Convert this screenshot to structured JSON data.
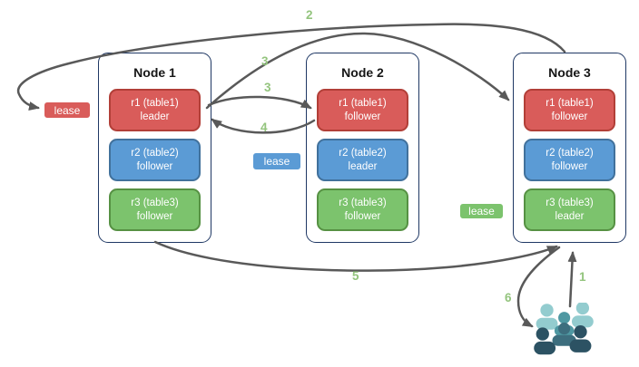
{
  "diagram": {
    "nodes": [
      {
        "title": "Node 1",
        "replicas": [
          {
            "label": "r1 (table1)",
            "role": "leader",
            "color": "red"
          },
          {
            "label": "r2 (table2)",
            "role": "follower",
            "color": "blue"
          },
          {
            "label": "r3 (table3)",
            "role": "follower",
            "color": "green"
          }
        ]
      },
      {
        "title": "Node 2",
        "replicas": [
          {
            "label": "r1 (table1)",
            "role": "follower",
            "color": "red"
          },
          {
            "label": "r2 (table2)",
            "role": "leader",
            "color": "blue"
          },
          {
            "label": "r3 (table3)",
            "role": "follower",
            "color": "green"
          }
        ]
      },
      {
        "title": "Node 3",
        "replicas": [
          {
            "label": "r1 (table1)",
            "role": "follower",
            "color": "red"
          },
          {
            "label": "r2 (table2)",
            "role": "follower",
            "color": "blue"
          },
          {
            "label": "r3 (table3)",
            "role": "leader",
            "color": "green"
          }
        ]
      }
    ],
    "leases": {
      "red": "lease",
      "blue": "lease",
      "green": "lease"
    },
    "steps": {
      "s1": "1",
      "s2": "2",
      "s3_upper": "3",
      "s3_lower": "3",
      "s4": "4",
      "s5": "5",
      "s6": "6"
    },
    "colors": {
      "replica_red": "#D95C5A",
      "replica_red_border": "#B23F38",
      "replica_blue": "#5B9BD5",
      "replica_blue_border": "#41719C",
      "replica_green": "#7CC36D",
      "replica_green_border": "#569143",
      "node_border": "#1F3864",
      "arrow": "#595959",
      "step_label": "#93C47D",
      "users_light_teal": "#93CCCF",
      "users_mid_teal": "#4F98A2",
      "users_front_slate": "#3D6E7E",
      "users_dark_slate": "#2C5263"
    }
  }
}
